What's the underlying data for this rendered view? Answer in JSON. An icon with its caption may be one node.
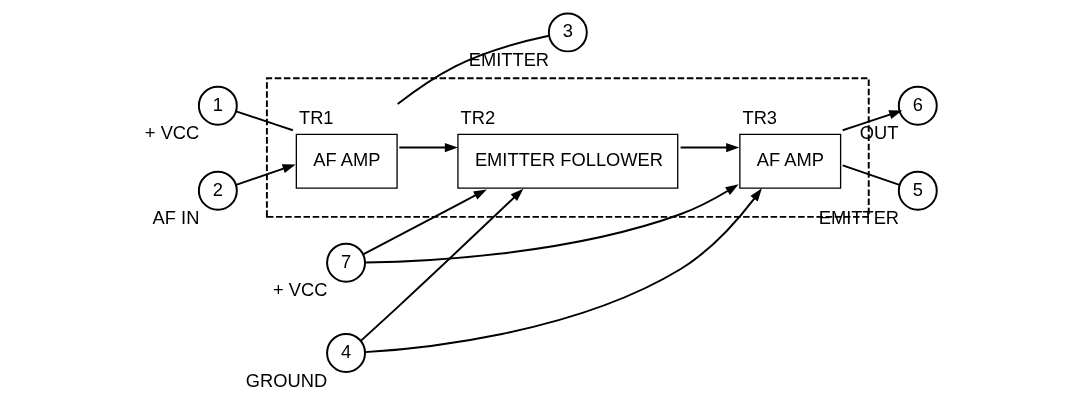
{
  "diagram": {
    "nodes": [
      {
        "text": [],
        "shape": "box"
      },
      {
        "text": [
          "1"
        ],
        "beside": [
          "+ VCC"
        ]
      },
      {
        "text": [
          "7"
        ],
        "beside": [
          "+ VCC"
        ]
      },
      {
        "text": [
          "2"
        ],
        "beside": [
          "AF IN"
        ]
      },
      {
        "text": [
          "AF AMP"
        ],
        "beside": [
          "TR1"
        ],
        "in": 0
      },
      {
        "text": [
          "EMITTER FOLLOWER"
        ],
        "beside": [
          "TR2"
        ],
        "in": 0
      },
      {
        "text": [
          "AF AMP"
        ],
        "beside": [
          "TR3"
        ],
        "in": 0
      },
      {
        "text": [
          "6"
        ],
        "beside": [
          "OUT"
        ]
      },
      {
        "text": [
          "3"
        ],
        "beside": [
          "EMITTER"
        ]
      },
      {
        "text": [
          "4"
        ],
        "beside": [
          "GROUND"
        ]
      },
      {
        "text": [
          "5"
        ],
        "beside": [
          "EMITTER"
        ]
      }
    ],
    "edges": [
      {
        "from": 1,
        "to": 4,
        "arrow": "none"
      },
      {
        "from": 3,
        "to": 4,
        "arrow": "to"
      },
      {
        "from": 4,
        "to": 5,
        "arrow": "to"
      },
      {
        "from": 5,
        "to": 6,
        "arrow": "to"
      },
      {
        "from": 6,
        "to": 7,
        "arrow": "to"
      },
      {
        "from": 4,
        "to": 8,
        "arrow": "none"
      },
      {
        "from": 2,
        "to": 5,
        "arrow": "to"
      },
      {
        "from": 2,
        "to": 6,
        "arrow": "to"
      },
      {
        "from": 9,
        "to": 5,
        "arrow": "to"
      },
      {
        "from": 9,
        "to": 6,
        "arrow": "to"
      },
      {
        "from": 6,
        "to": 10,
        "arrow": "none"
      }
    ]
  }
}
